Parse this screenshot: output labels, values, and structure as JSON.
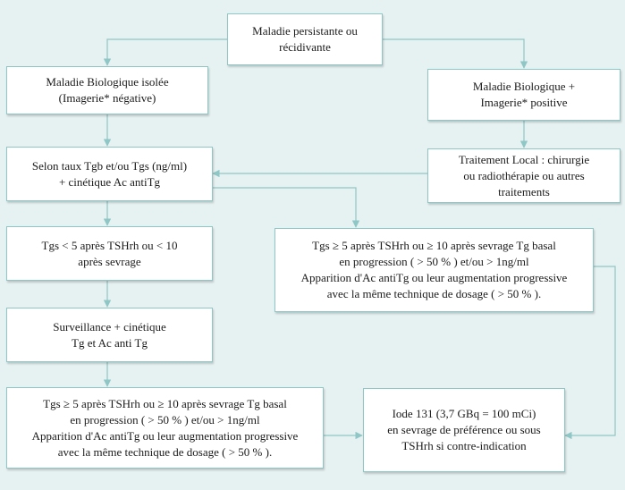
{
  "boxes": {
    "b1": [
      "Maladie persistante ou",
      "récidivante"
    ],
    "b2": [
      "Maladie Biologique isolée",
      "(Imagerie* négative)"
    ],
    "b3": [
      "Maladie Biologique +",
      "Imagerie* positive"
    ],
    "b4": [
      "Selon taux Tgb et/ou Tgs (ng/ml)",
      "+ cinétique Ac antiTg"
    ],
    "b5": [
      "Traitement Local : chirurgie",
      "ou radiothérapie ou autres",
      "traitements"
    ],
    "b6": [
      "Tgs < 5 après TSHrh ou < 10",
      "après sevrage"
    ],
    "b7": [
      "Tgs ≥ 5 après TSHrh ou ≥ 10 après sevrage Tg basal",
      "en progression ( > 50 % ) et/ou > 1ng/ml",
      "Apparition d'Ac antiTg ou leur augmentation progressive",
      "avec la même technique de dosage ( > 50 % )."
    ],
    "b8": [
      "Surveillance + cinétique",
      "Tg et Ac anti Tg"
    ],
    "b9": [
      "Tgs ≥ 5 après TSHrh ou ≥ 10 après sevrage Tg basal",
      "en progression ( > 50 % ) et/ou > 1ng/ml",
      "Apparition d'Ac antiTg ou leur augmentation progressive",
      "avec la même technique de dosage ( > 50 % )."
    ],
    "b10": [
      "Iode 131 (3,7 GBq = 100 mCi)",
      "en sevrage de préférence ou sous",
      "TSHrh si contre-indication"
    ]
  },
  "colors": {
    "background": "#e6f1f1",
    "box_border": "#8fc6c6",
    "connector": "#8fc6c6"
  }
}
